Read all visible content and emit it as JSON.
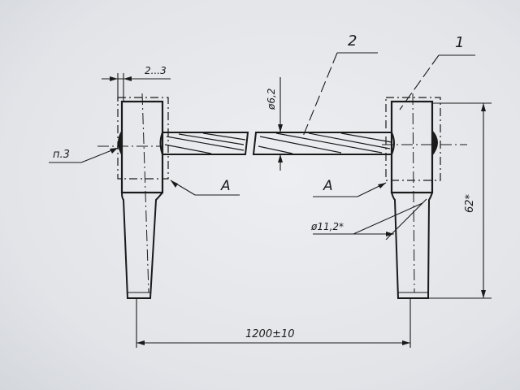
{
  "labels": {
    "part_rod": "2",
    "part_plug": "1",
    "weld_gap": "2...3",
    "rod_diameter": "ø6,2",
    "weld_note": "п.3",
    "view_left": "A",
    "view_right": "A",
    "shank_diameter": "ø11,2*",
    "height": "62*",
    "length": "1200±10"
  }
}
